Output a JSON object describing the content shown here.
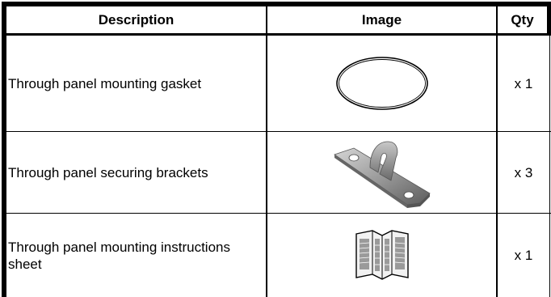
{
  "table": {
    "headers": {
      "description": "Description",
      "image": "Image",
      "qty": "Qty"
    },
    "rows": [
      {
        "description": "Through panel mounting gasket",
        "image_icon": "gasket-ring-icon",
        "qty": "x 1"
      },
      {
        "description": "Through panel securing brackets",
        "image_icon": "bracket-icon",
        "qty": "x 3"
      },
      {
        "description": "Through panel mounting instructions sheet",
        "image_icon": "instruction-sheet-icon",
        "qty": "x 1"
      }
    ]
  }
}
